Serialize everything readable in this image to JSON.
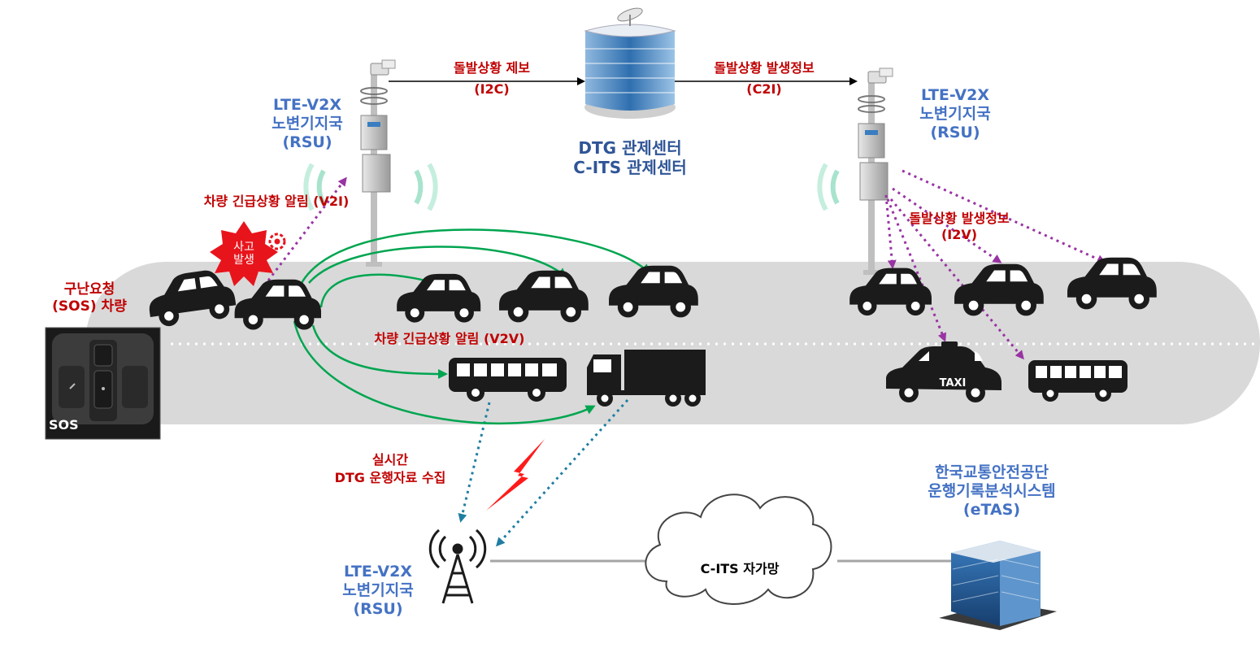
{
  "top_left_rsu": {
    "line1": "LTE-V2X",
    "line2": "노변기지국",
    "line3": "(RSU)"
  },
  "top_right_rsu": {
    "line1": "LTE-V2X",
    "line2": "노변기지국",
    "line3": "(RSU)"
  },
  "bottom_rsu": {
    "line1": "LTE-V2X",
    "line2": "노변기지국",
    "line3": "(RSU)"
  },
  "control_center": {
    "line1": "DTG 관제센터",
    "line2": "C-ITS 관제센터"
  },
  "i2c": {
    "label": "돌발상황 제보",
    "code": "(I2C)"
  },
  "c2i": {
    "label": "돌발상황 발생정보",
    "code": "(C2I)"
  },
  "i2v": {
    "label": "돌발상황 발생정보",
    "code": "(I2V)"
  },
  "v2i": {
    "label": "차량 긴급상황 알림 (V2I)"
  },
  "v2v": {
    "label": "차량 긴급상황 알림 (V2V)"
  },
  "accident": {
    "line1": "사고",
    "line2": "발생"
  },
  "sos_vehicle": {
    "line1": "구난요청",
    "line2": "(SOS) 차량"
  },
  "sos_button": {
    "label": "SOS"
  },
  "realtime": {
    "line1": "실시간",
    "line2": "DTG 운행자료 수집"
  },
  "network": {
    "label": "C-ITS 자가망"
  },
  "etas": {
    "line1": "한국교통안전공단",
    "line2": "운행기록분석시스템",
    "line3": "(eTAS)"
  },
  "taxi": {
    "label": "TAXI"
  },
  "colors": {
    "road": "#D9D9D9",
    "green": "#00A550",
    "purple": "#9933A3",
    "teal": "#1F7EA1",
    "red_text": "#C00000",
    "blue_text": "#4472C4"
  }
}
